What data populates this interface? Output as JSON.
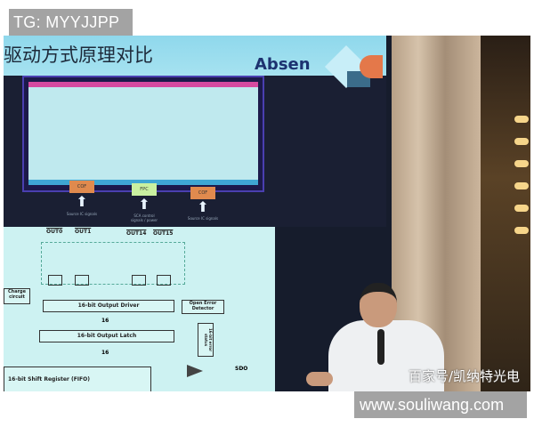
{
  "overlay_tag": "TG: MYYJJPP",
  "slide": {
    "title": "驱动方式原理对比",
    "logo": "Absen",
    "chips": [
      "COF",
      "FPC",
      "COF"
    ],
    "chip_captions": [
      "Source IC signals",
      "SCA control signals / power",
      "Source IC signals"
    ],
    "diagram": {
      "outputs": [
        "OUT0",
        "OUT1",
        "OUT14",
        "OUT15"
      ],
      "charge_circuit": "Charge circuit",
      "output_driver": "16-bit Output Driver",
      "open_error": "Open Error Detector",
      "output_latch": "16-bit Output Latch",
      "error_status": "16-bit error status",
      "shift_register": "16-bit Shift Register (FIFO)",
      "bus_width": "16",
      "sdo": "SDO"
    }
  },
  "watermark": "百家号/凯纳特光电",
  "url_tag": "www.souliwang.com",
  "colors": {
    "overlay_gray": "#a3a3a3",
    "slide_header": "#a6e2f0",
    "logo": "#1d3270"
  }
}
